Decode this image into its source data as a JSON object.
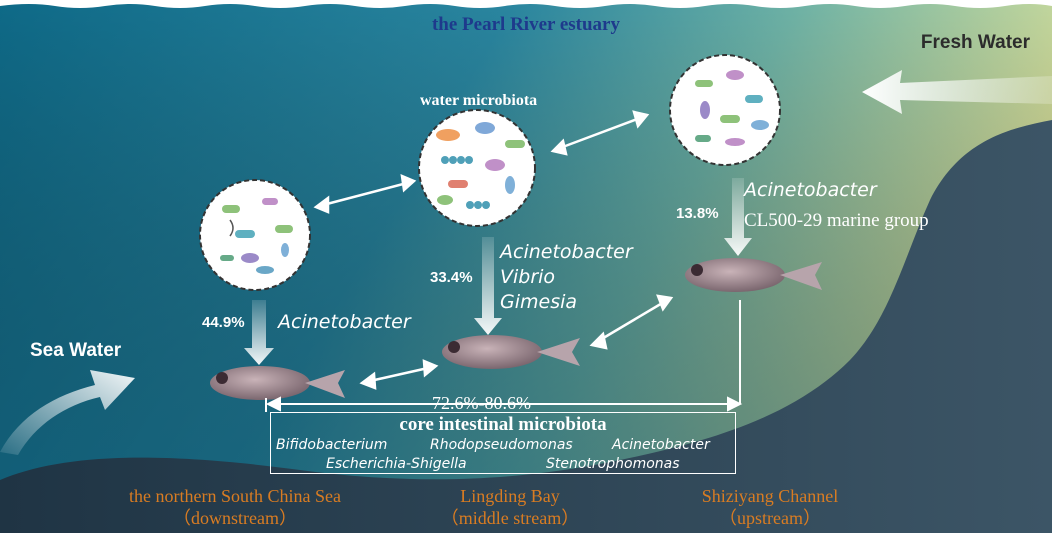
{
  "title": "the Pearl River estuary",
  "fresh_water_label": "Fresh Water",
  "sea_water_label": "Sea Water",
  "water_microbiota_label": "water microbiota",
  "sites": {
    "downstream": {
      "percent": "44.9%",
      "genera": [
        "Acinetobacter"
      ]
    },
    "middle": {
      "percent": "33.4%",
      "genera": [
        "Acinetobacter",
        "Vibrio",
        "Gimesia"
      ]
    },
    "upstream": {
      "percent": "13.8%",
      "genus_italic": "Acinetobacter",
      "group": "CL500-29 marine group"
    }
  },
  "core": {
    "range": "72.6%-80.6%",
    "title": "core intestinal microbiota",
    "taxa": [
      "Bifidobacterium",
      "Rhodopseudomonas",
      "Acinetobacter",
      "Escherichia-Shigella",
      "Stenotrophomonas"
    ]
  },
  "regions": [
    {
      "name": "the northern South China Sea",
      "sub": "（downstream）"
    },
    {
      "name": "Lingding Bay",
      "sub": "（middle stream）"
    },
    {
      "name": "Shiziyang Channel",
      "sub": "（upstream）"
    }
  ],
  "colors": {
    "title": "#1e3a8c",
    "region_text": "#d97c22",
    "water_deep": "#0f6b86",
    "land": "#2a3a4a"
  },
  "icons": [
    "bacteria-cluster-icon",
    "fish-icon",
    "flow-arrow-icon",
    "double-arrow-icon"
  ]
}
